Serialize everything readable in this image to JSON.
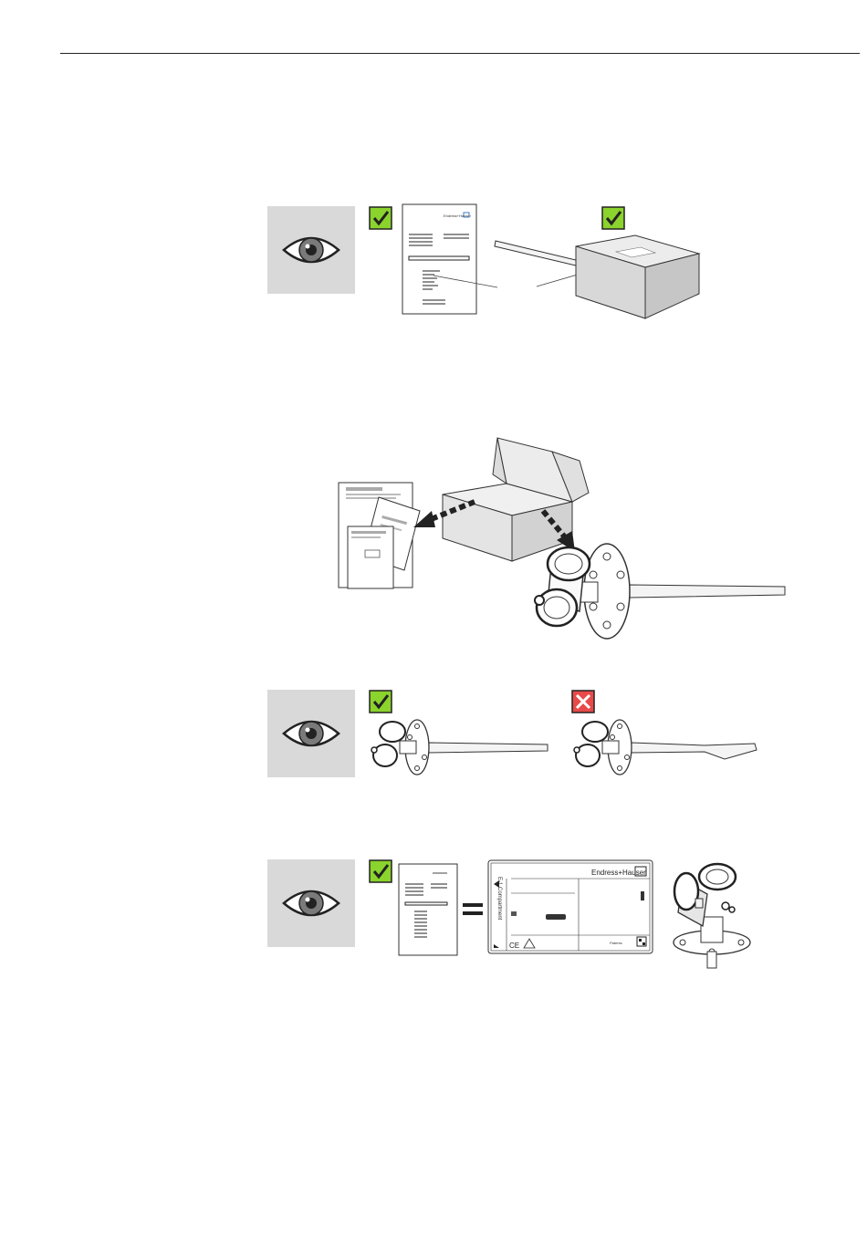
{
  "nameplate": {
    "brand": "Endress+Hauser",
    "compartment": "E-1 Compartment",
    "patents": "Patents",
    "ce_mark": "CE"
  },
  "delivery_note": {
    "brand": "Endress+Hauser"
  },
  "colors": {
    "ok_green": "#8bd32d",
    "fail_red": "#e84a4a",
    "panel_gray": "#d9d9d9"
  },
  "icons": {
    "eye": "eye-icon",
    "check": "check-icon",
    "cross": "cross-icon"
  }
}
